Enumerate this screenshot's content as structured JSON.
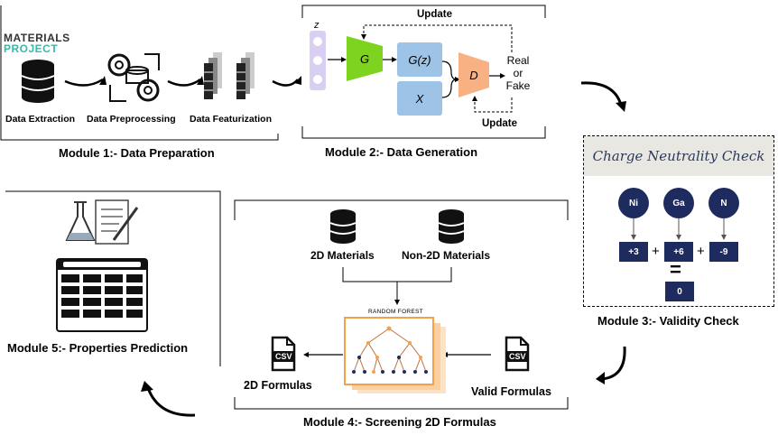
{
  "module1": {
    "logo_line1": "MATERIALS",
    "logo_line2": "PROJECT",
    "step1": "Data Extraction",
    "step2": "Data Preprocessing",
    "step3": "Data Featurization",
    "title": "Module 1:- Data Preparation"
  },
  "module2": {
    "z": "z",
    "generator": "G",
    "generated": "G(z)",
    "real_sample": "X",
    "discriminator": "D",
    "output_real": "Real",
    "output_or": "or",
    "output_fake": "Fake",
    "update_top": "Update",
    "update_bottom": "Update",
    "title": "Module 2:- Data Generation"
  },
  "module3": {
    "header": "Charge Neutrality Check",
    "elements": [
      "Ni",
      "Ga",
      "N"
    ],
    "charges": [
      "+3",
      "+6",
      "-9"
    ],
    "plus": "+",
    "equals": "=",
    "result": "0",
    "title": "Module 3:- Validity Check"
  },
  "module4": {
    "class1": "2D Materials",
    "class2": "Non-2D Materials",
    "model": "RANDOM FOREST",
    "csv": "CSV",
    "input": "Valid Formulas",
    "output": "2D Formulas",
    "title": "Module 4:- Screening 2D Formulas"
  },
  "module5": {
    "title": "Module 5:- Properties Prediction"
  },
  "colors": {
    "generator": "#7ed321",
    "discriminator": "#f7b183",
    "blue_box": "#9dc3e6",
    "latent": "#d9cff2",
    "navy": "#1e2b5e",
    "teal": "#3bb8a8",
    "orange": "#f5a04a"
  }
}
